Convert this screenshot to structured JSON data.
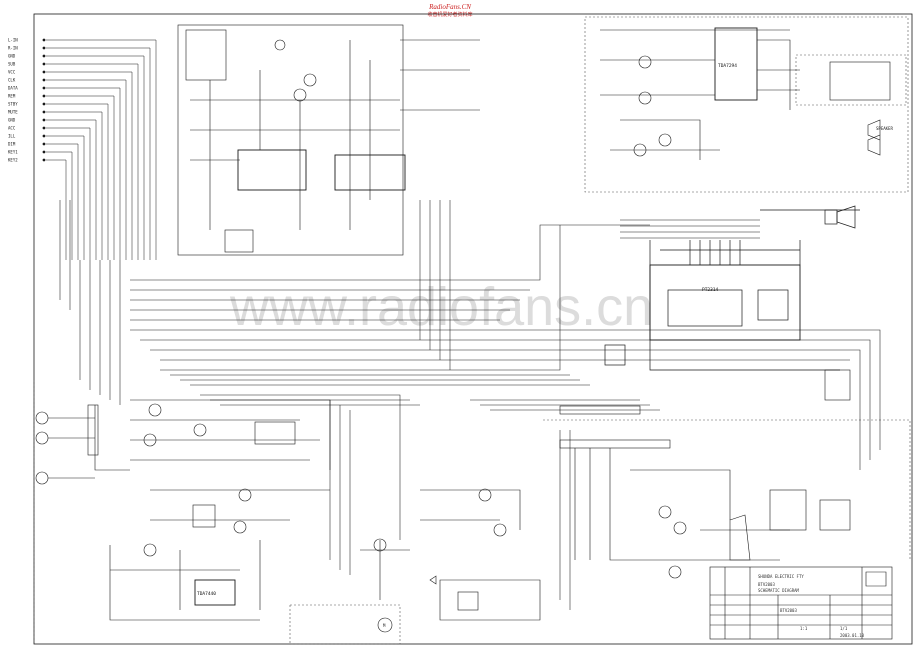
{
  "header": {
    "site": "RadioFans.CN",
    "subtitle": "收音机爱好者资料库"
  },
  "watermark": "www.radiofans.cn",
  "chips": {
    "main_processor": "PT2314",
    "left_ic": "TDA7440",
    "right_ic": "TDA7294"
  },
  "left_pins": [
    "L-IN",
    "R-IN",
    "GND",
    "SUB",
    "VCC",
    "CLK",
    "DATA",
    "REM",
    "STBY",
    "MUTE",
    "GND",
    "ACC",
    "ILL",
    "DIM",
    "KEY1",
    "KEY2"
  ],
  "connectors": {
    "speaker": "SPEAKER",
    "motor": "M"
  },
  "title_block": {
    "company": "SHUNDA ELECTRIC FTY",
    "drawing_title": "BTV2003",
    "description": "SCHEMATIC DIAGRAM",
    "scale": "1:1",
    "sheet": "1/1",
    "date": "2003.01.10",
    "model": "BTV2003"
  },
  "colors": {
    "line": "#1a1a1a",
    "dash": "#555555",
    "header_red": "#cc2222",
    "watermark": "#dcdcdc"
  }
}
